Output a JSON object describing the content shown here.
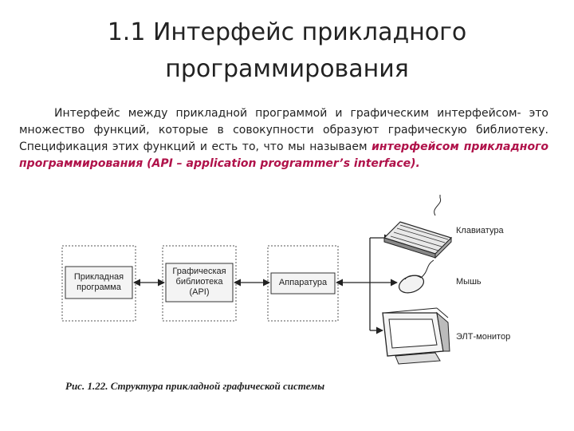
{
  "title": "1.1 Интерфейс прикладного программирования",
  "paragraph": {
    "part1": "Интерфейс между прикладной программой и графическим интерфейсом- это множество функций, которые в совокупности образуют графическую библиотеку. Спецификация этих функций и есть то, что мы называем ",
    "highlight": "интерфейсом прикладного программирования",
    "part2": " (API – application programmer’s interface)."
  },
  "diagram": {
    "boxes": [
      {
        "label": "Прикладная программа"
      },
      {
        "label": "Графическая библиотека (API)"
      },
      {
        "label": "Аппаратура"
      }
    ],
    "devices": [
      {
        "label": "Клавиатура",
        "icon": "keyboard-icon"
      },
      {
        "label": "Мышь",
        "icon": "mouse-icon"
      },
      {
        "label": "ЭЛТ-монитор",
        "icon": "crt-monitor-icon"
      }
    ],
    "caption": "Рис. 1.22. Структура прикладной графической системы"
  }
}
